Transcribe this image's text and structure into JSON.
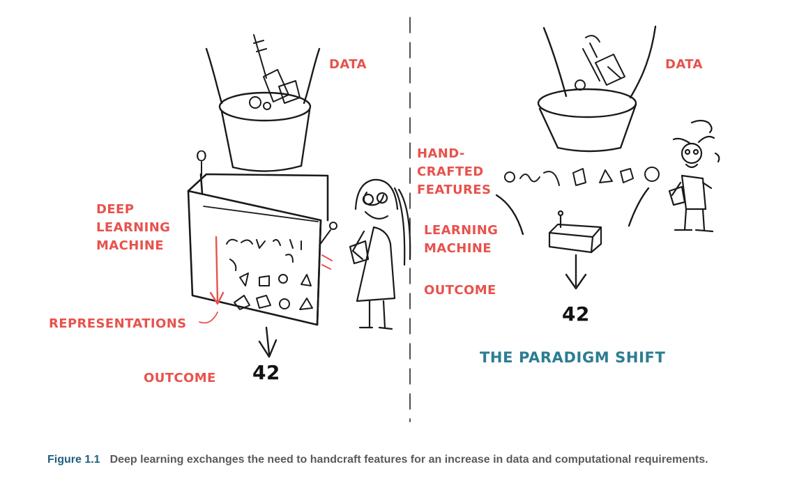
{
  "left_panel": {
    "data_label": "DATA",
    "machine_label": [
      "DEEP",
      "LEARNING",
      "MACHINE"
    ],
    "representations_label": "REPRESENTATIONS",
    "outcome_label": "OUTCOME",
    "result": "42",
    "switch_label": "O"
  },
  "right_panel": {
    "data_label": "DATA",
    "features_label": [
      "HAND-",
      "CRAFTED",
      "FEATURES"
    ],
    "machine_label": [
      "LEARNING",
      "MACHINE"
    ],
    "outcome_label": "OUTCOME",
    "result": "42",
    "title": "THE PARADIGM SHIFT"
  },
  "caption": {
    "figure_number": "Figure 1.1",
    "text": "Deep learning exchanges the need to handcraft features for an increase in data and computational requirements."
  },
  "colors": {
    "label": "#e8524d",
    "title": "#2b7d93",
    "ink": "#1a1a1a",
    "caption": "#5a5a5a",
    "figure_number": "#1f5f80"
  }
}
